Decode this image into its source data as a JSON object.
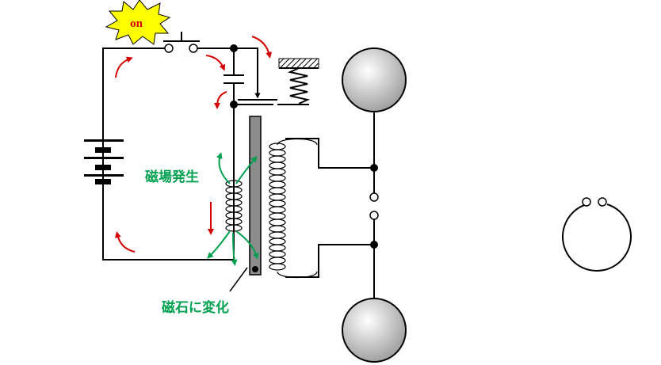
{
  "labels": {
    "switch_on": "on",
    "magnetic_field": "磁場発生",
    "becomes_magnet": "磁石に変化"
  },
  "colors": {
    "wire": "#000000",
    "arrow_red": "#d40000",
    "arrow_green": "#00a050",
    "label_green": "#00a050",
    "starburst_fill": "#ffff00",
    "starburst_text": "#e00000",
    "core_fill": "#8c8c8c",
    "bell_fill": "#d0d0d0"
  }
}
